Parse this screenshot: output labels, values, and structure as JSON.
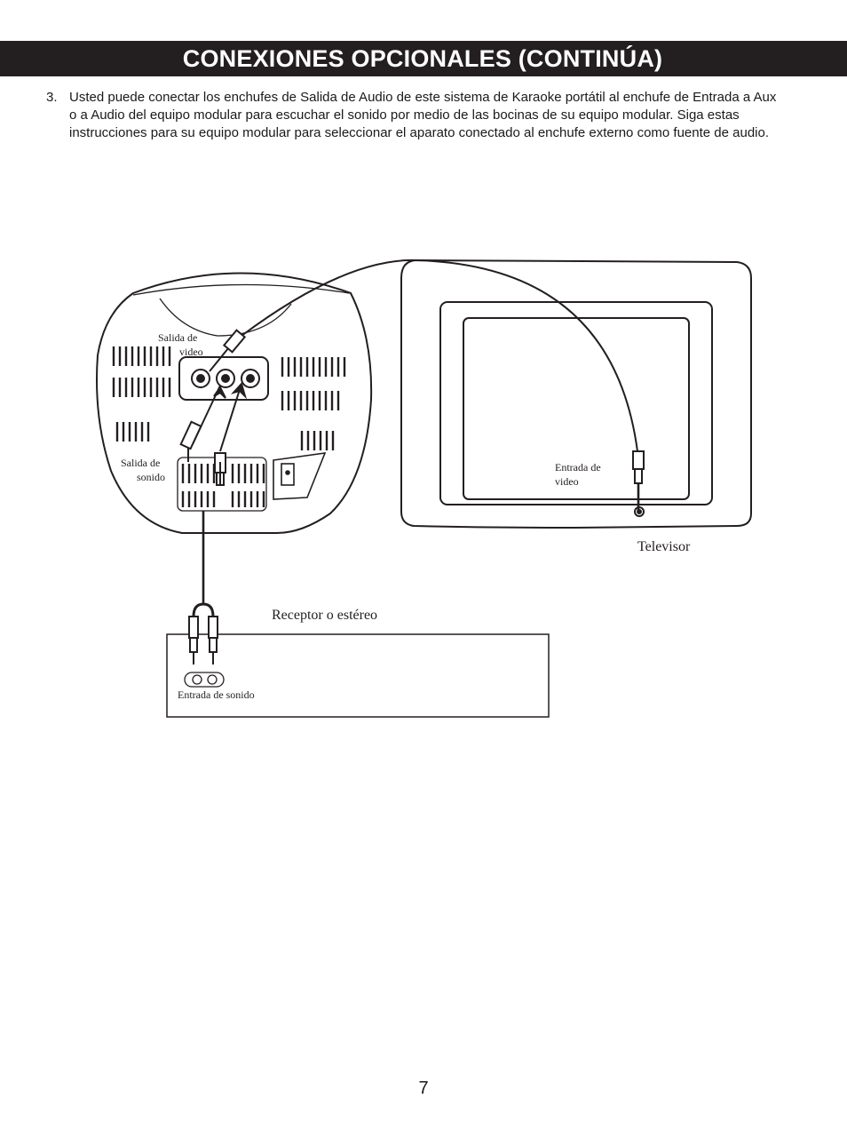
{
  "header": {
    "title": "CONEXIONES OPCIONALES (CONTINÚA)"
  },
  "instruction": {
    "number": "3.",
    "text": "Usted puede conectar los enchufes de Salida de Audio de este sistema de Karaoke portátil al enchufe de Entrada a Aux o a Audio del equipo modular para escuchar el sonido por medio de las bocinas de su equipo modular. Siga estas instrucciones para su equipo modular para seleccionar el aparato conectado al enchufe externo como fuente de audio."
  },
  "diagram": {
    "karaoke": {
      "video_out_line1": "Salida de",
      "video_out_line2": "video",
      "audio_out_line1": "Salida de",
      "audio_out_line2": "sonido"
    },
    "tv": {
      "video_in_line1": "Entrada de",
      "video_in_line2": "video",
      "label": "Televisor"
    },
    "receiver": {
      "label": "Receptor o estéreo",
      "audio_in": "Entrada de sonido"
    }
  },
  "footer": {
    "page_number": "7"
  }
}
